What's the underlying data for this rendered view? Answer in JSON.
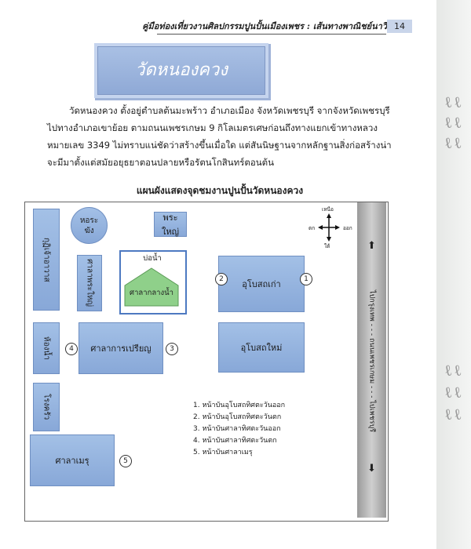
{
  "header": {
    "title": "คู่มือท่องเที่ยวงานศิลปกรรมปูนปั้นเมืองเพชร : เส้นทางพาณิชย์นาวี",
    "page_number": "14"
  },
  "title": "วัดหนองควง",
  "paragraph": "วัดหนองควง ตั้งอยู่ตำบลต้นมะพร้าว อำเภอเมือง จังหวัดเพชรบุรี จากจังหวัดเพชรบุรีไปทางอำเภอเขาย้อย ตามถนนเพชรเกษม 9 กิโลเมตรเศษก่อนถึงทางแยกเข้าทางหลวงหมายเลข 3349 ไม่ทราบแน่ชัดว่าสร้างขึ้นเมื่อใด แต่สันนิษฐานจากหลักฐานสิ่งก่อสร้างน่าจะมีมาตั้งแต่สมัยอยุธยาตอนปลายหรือรัตนโกสินทร์ตอนต้น",
  "map": {
    "title": "แผนผังแสดงจุดชมงานปูนปั้นวัดหนองควง",
    "buildings": {
      "kuti": "กุฏิเจ้าอาวาส",
      "hor_rakang": "หอระฆัง",
      "phra_yai": "พระใหญ่",
      "sala_phra_yai": "ศาลาพระใหญ่",
      "bo_nam": "บ่อน้ำ",
      "sala_klang_nam": "ศาลากลางน้ำ",
      "ubosot_old": "อุโบสถเก่า",
      "ubosot_new": "อุโบสถใหม่",
      "hong_nam": "ห้องน้ำ",
      "sala_kanparian": "ศาลาการเปรียญ",
      "rong_krua": "โรงครัว",
      "sala_men": "ศาลาเมรุ"
    },
    "compass": {
      "north": "เหนือ",
      "south": "ใต้",
      "east": "ออก",
      "west": "ตก"
    },
    "road": {
      "label": "ไปกรุงเทพ - - - ถนนเพชรเกษม - - - ไปเพชรบุรี",
      "arrow_up": "⬆",
      "arrow_down": "⬇"
    },
    "legend": [
      "1. หน้าบันอุโบสถทิศตะวันออก",
      "2. หน้าบันอุโบสถทิศตะวันตก",
      "3. หน้าบันศาลาทิศตะวันออก",
      "4. หน้าบันศาลาทิศตะวันตก",
      "5. หน้าบันศาลาเมรุ"
    ],
    "markers": [
      "1",
      "2",
      "3",
      "4",
      "5"
    ]
  }
}
